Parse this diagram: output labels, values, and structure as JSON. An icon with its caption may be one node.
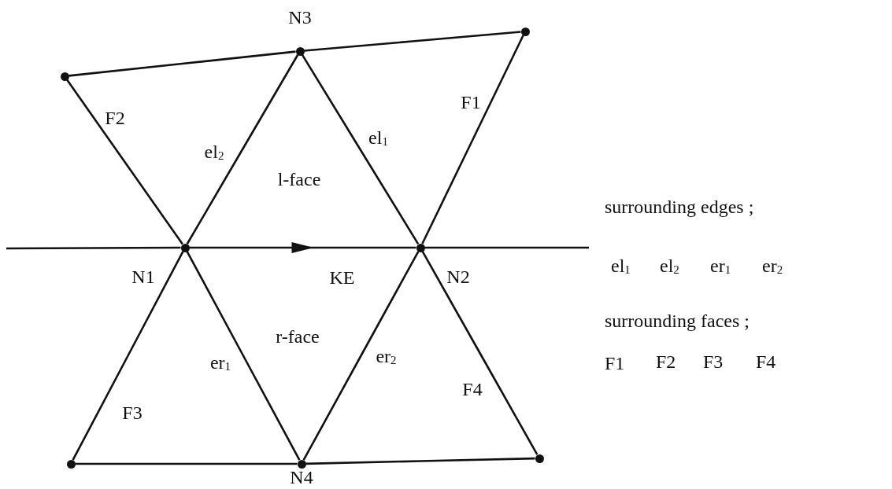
{
  "diagram": {
    "nodes": [
      {
        "text": [],
        "shape": "circle"
      },
      {
        "text": [],
        "shape": "circle",
        "beside": [
          "N3"
        ]
      },
      {
        "text": [],
        "shape": "circle"
      },
      {
        "text": [],
        "shape": "circle",
        "beside": [
          "N1"
        ]
      },
      {
        "text": [],
        "shape": "circle",
        "beside": [
          "N2"
        ]
      },
      {
        "text": [],
        "shape": "circle"
      },
      {
        "text": [],
        "shape": "circle",
        "beside": [
          "N4"
        ]
      },
      {
        "text": [],
        "shape": "circle"
      }
    ],
    "edges": [
      {
        "from": 0,
        "to": 1,
        "arrow": "none"
      },
      {
        "from": 1,
        "to": 2,
        "arrow": "none"
      },
      {
        "from": 0,
        "to": 3,
        "arrow": "none"
      },
      {
        "from": 1,
        "to": 3,
        "arrow": "none",
        "label": "el$_{2}$"
      },
      {
        "from": 1,
        "to": 4,
        "arrow": "none",
        "label": "el$_{1}$"
      },
      {
        "from": 2,
        "to": 4,
        "arrow": "none"
      },
      {
        "from": null,
        "to": 3,
        "arrow": "none"
      },
      {
        "from": 3,
        "to": 4,
        "arrow": "to",
        "label": "KE"
      },
      {
        "from": 4,
        "to": null,
        "arrow": "none"
      },
      {
        "from": 3,
        "to": 5,
        "arrow": "none"
      },
      {
        "from": 3,
        "to": 6,
        "arrow": "none",
        "label": "er$_{1}$"
      },
      {
        "from": 4,
        "to": 6,
        "arrow": "none",
        "label": "er$_{2}$"
      },
      {
        "from": 4,
        "to": 7,
        "arrow": "none"
      },
      {
        "from": 5,
        "to": 6,
        "arrow": "none"
      },
      {
        "from": 6,
        "to": 7,
        "arrow": "none"
      }
    ],
    "labels": [
      "F2",
      "F1",
      "l-face",
      "r-face",
      "F3",
      "F4",
      "surrounding edges ;",
      "el$_{1}$",
      "el$_{2}$",
      "er$_{1}$",
      "er$_{2}$",
      "surrounding faces ;",
      "F1",
      "F2",
      "F3",
      "F4"
    ]
  }
}
